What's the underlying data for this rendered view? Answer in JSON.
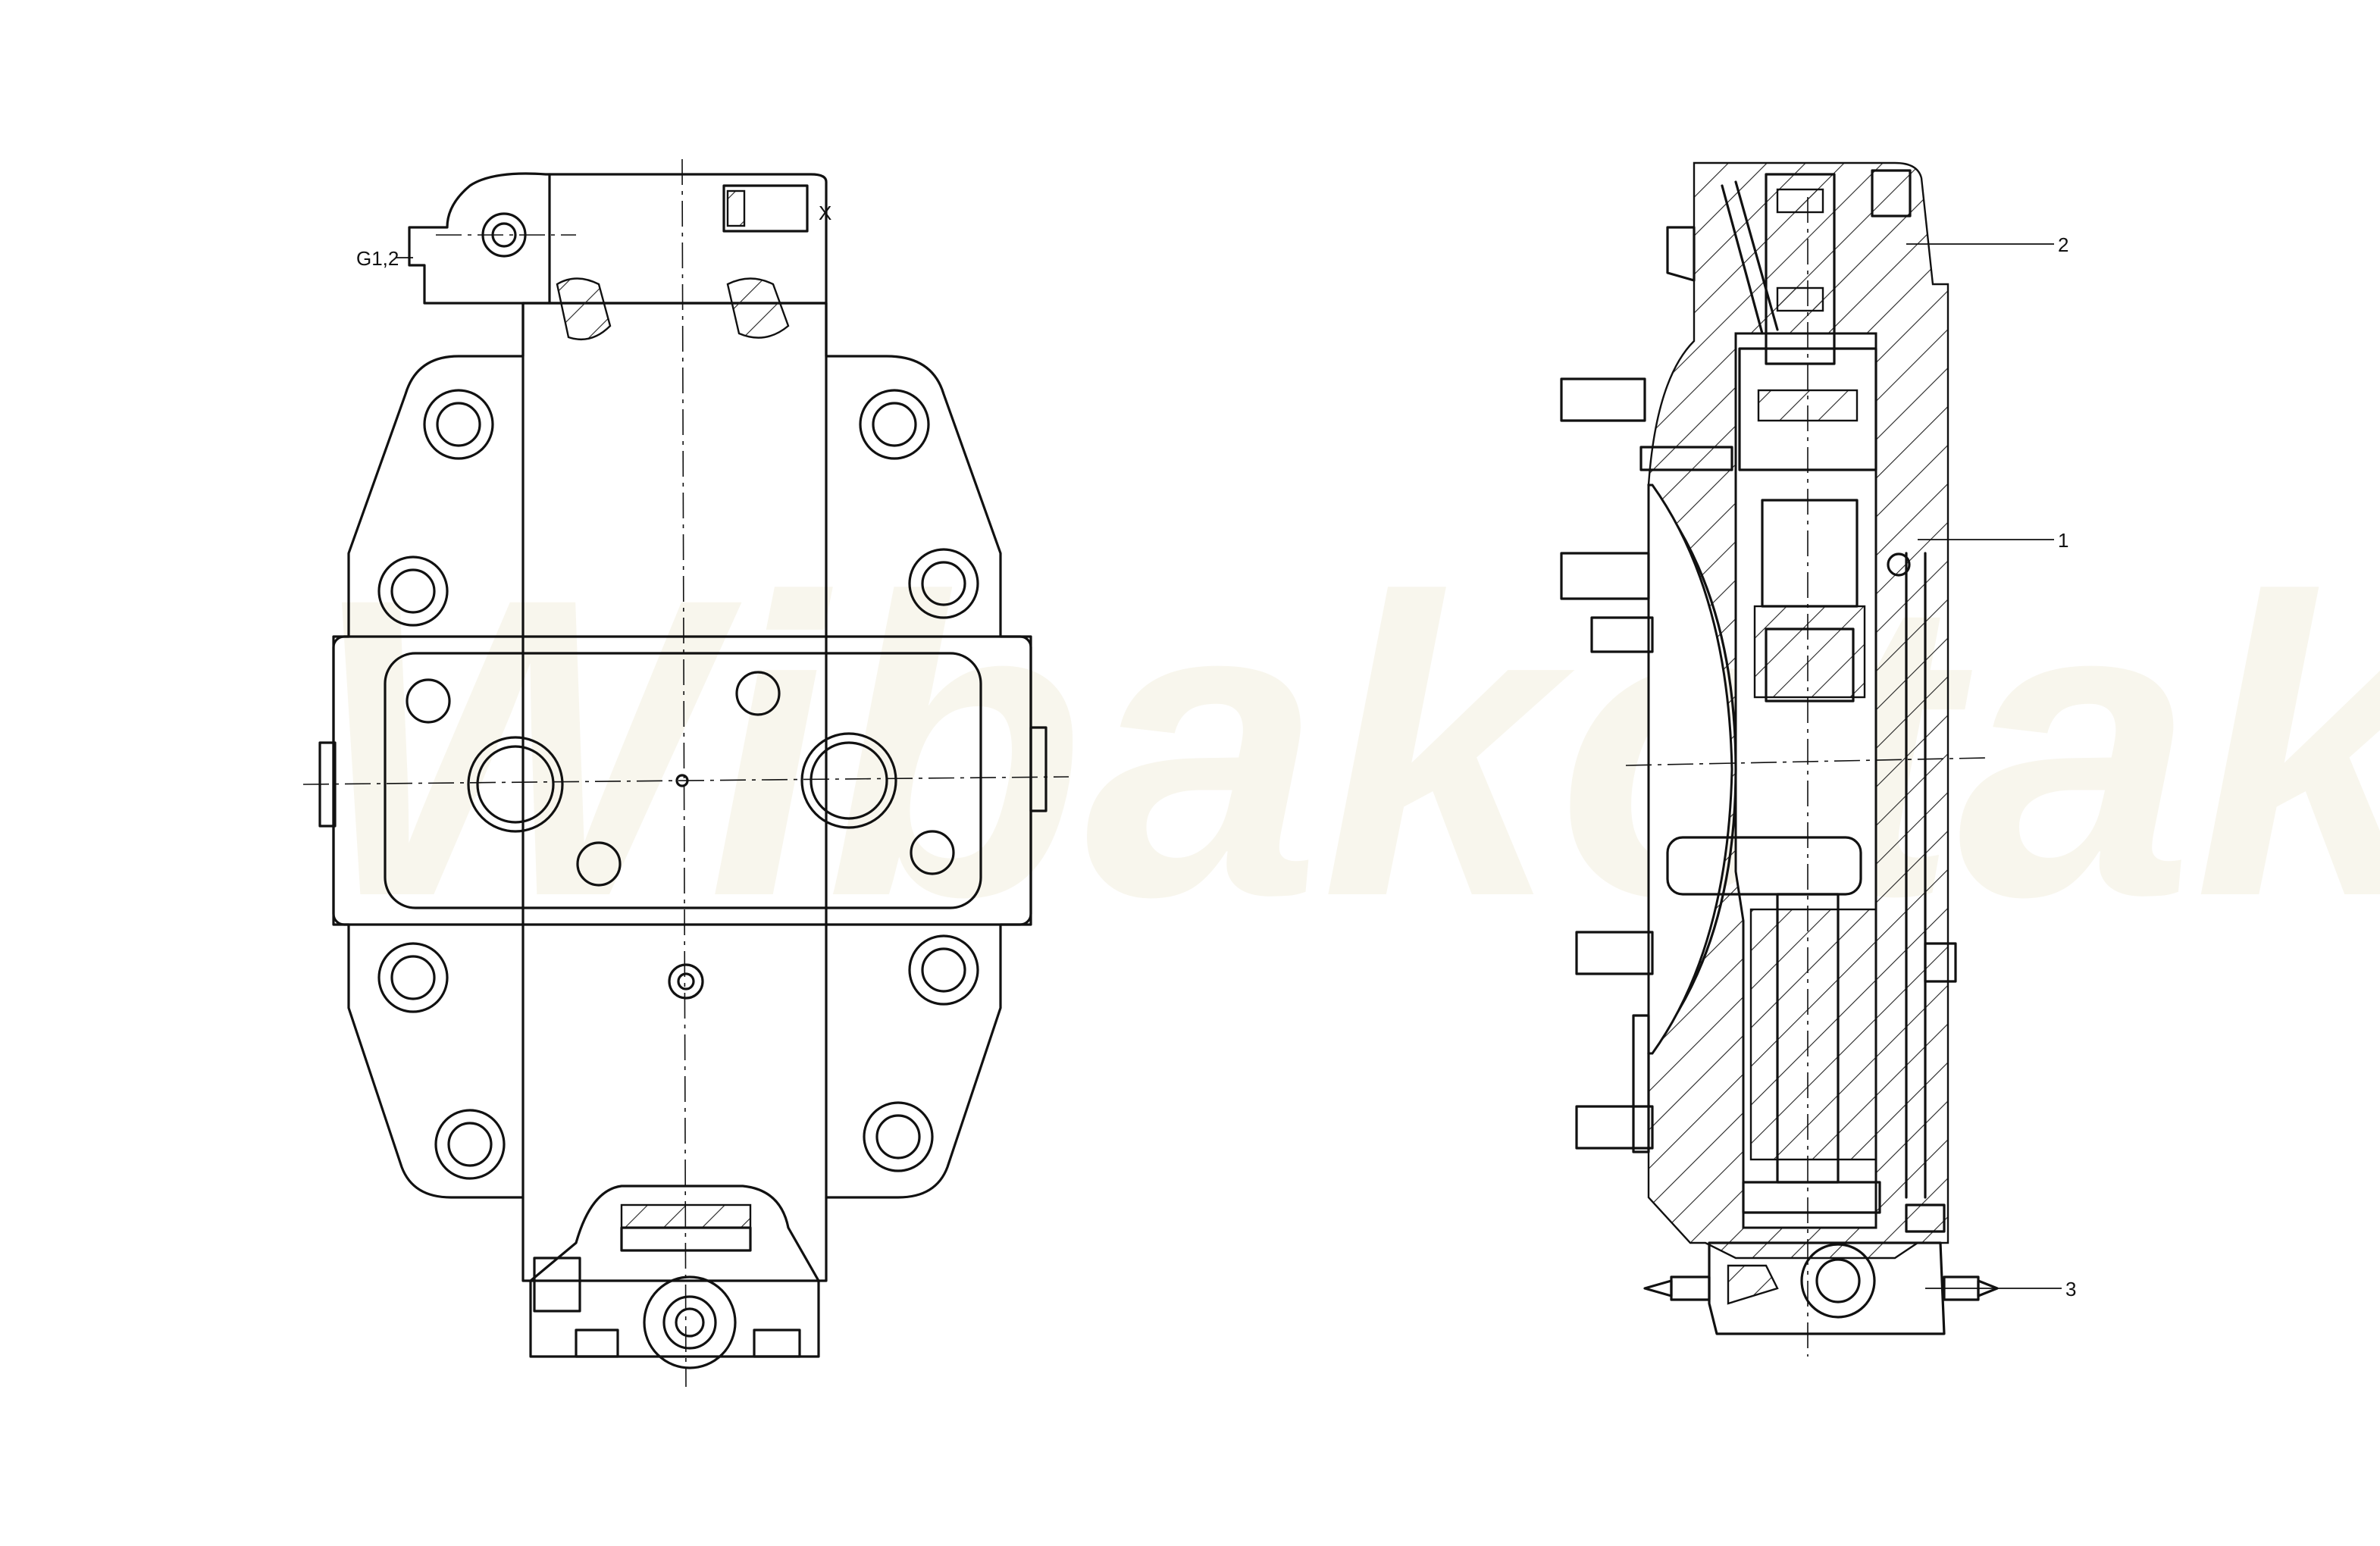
{
  "watermark": "Wibakotak",
  "labels": {
    "port_g": "G1,2",
    "port_x": "X",
    "part_2": "2",
    "part_1": "1",
    "part_3": "3"
  }
}
